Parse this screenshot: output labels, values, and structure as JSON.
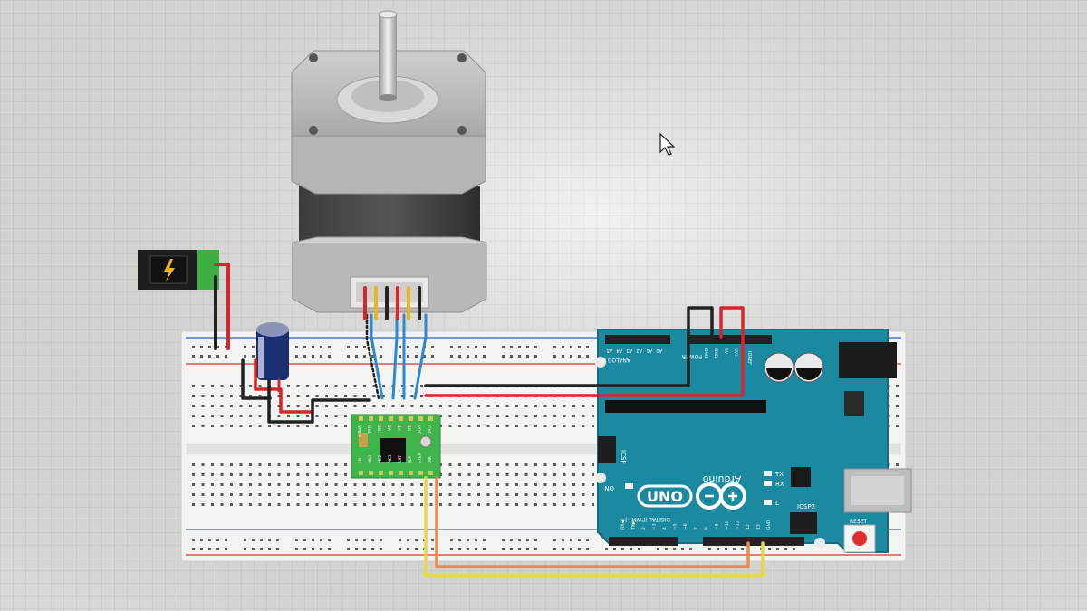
{
  "arduino": {
    "uno_label": "UNO",
    "brand_label": "Arduino",
    "on_label": "ON",
    "reset_label": "RESET",
    "icsp_label": "ICSP",
    "icsp2_label": "ICSP2",
    "tx_label": "TX",
    "rx_label": "RX",
    "l_label": "L",
    "power_header_label": "POWER",
    "analog_header_label": "ANALOG IN",
    "digital_header_label": "DIGITAL (PWM~)",
    "ioref_label": "IOREF",
    "power_pins": [
      "GND",
      "GND",
      "5V",
      "3V3"
    ],
    "analog_pins": [
      "A5",
      "A4",
      "A3",
      "A2",
      "A1",
      "A0"
    ],
    "digital_pins": [
      "GND",
      "13",
      "12",
      "~11",
      "~10",
      "~9",
      "8",
      "7",
      "~6",
      "~5",
      "4",
      "~3",
      "2",
      "TX▶1",
      "RX◀0"
    ]
  },
  "driver": {
    "left_pins": [
      "EN",
      "MS1",
      "MS2",
      "MS3",
      "RST",
      "SLP",
      "STEP",
      "DIR"
    ],
    "right_pins": [
      "VMOT",
      "GND",
      "2B",
      "2A",
      "1A",
      "1B",
      "VDD",
      "GND"
    ]
  },
  "power_jack": {
    "icon": "lightning-bolt-icon"
  },
  "motor": {
    "connector_wire_colors": [
      "#d7262a",
      "#e8b422",
      "#222222",
      "#d7262a",
      "#e8b422",
      "#222222"
    ]
  },
  "wire_colors": {
    "red": "#d7262a",
    "black": "#222222",
    "blue": "#2a8ad4",
    "yellow": "#e6d84a",
    "orange": "#ee8a4e",
    "arduino_board": "#1a8aa0",
    "driver_board": "#3fb44a"
  }
}
